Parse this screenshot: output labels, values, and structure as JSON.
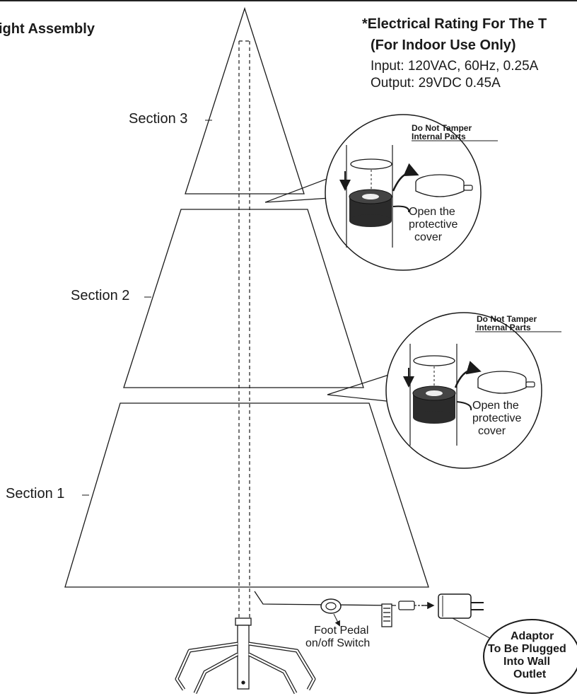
{
  "header": {
    "title": "ight Assembly",
    "rating_title": "*Electrical Rating For The T",
    "indoor_note": "(For Indoor Use Only)",
    "input_label": "Input:",
    "input_value": "120VAC, 60Hz, 0.25A",
    "output_label": "Output:",
    "output_value": "29VDC 0.45A"
  },
  "sections": [
    {
      "label": "Section 3"
    },
    {
      "label": "Section 2"
    },
    {
      "label": "Section 1"
    }
  ],
  "callouts": [
    {
      "warning_line1": "Do Not Tamper",
      "warning_line2": "Internal Parts",
      "note_line1": "Open the",
      "note_line2": "protective",
      "note_line3": "cover"
    },
    {
      "warning_line1": "Do Not Tamper",
      "warning_line2": "Internal Parts",
      "note_line1": "Open the",
      "note_line2": "protective",
      "note_line3": "cover"
    }
  ],
  "foot_pedal": {
    "line1": "Foot Pedal",
    "line2": "on/off Switch"
  },
  "adaptor": {
    "line1": "Adaptor",
    "line2": "To Be Plugged",
    "line3": "Into Wall",
    "line4": "Outlet"
  },
  "colors": {
    "line": "#1a1a1a",
    "cap": "#2b2b2b",
    "background": "#ffffff"
  }
}
